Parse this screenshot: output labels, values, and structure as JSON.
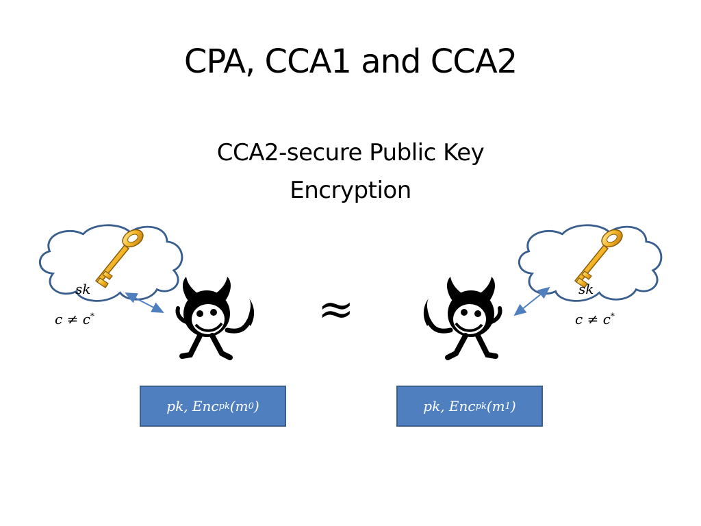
{
  "slide": {
    "title": "CPA, CCA1 and CCA2",
    "subtitle_line1": "CCA2-secure Public Key",
    "subtitle_line2": "Encryption",
    "approx_symbol": "≈"
  },
  "left_oracle": {
    "key_label": "sk",
    "condition_c": "c",
    "condition_op": "≠",
    "condition_cstar": "c",
    "condition_sup": "*"
  },
  "right_oracle": {
    "key_label": "sk",
    "condition_c": "c",
    "condition_op": "≠",
    "condition_cstar": "c",
    "condition_sup": "*"
  },
  "left_box": {
    "prefix": "pk, Enc",
    "subscript": "pk",
    "open": "(m",
    "index": "0",
    "close": ")"
  },
  "right_box": {
    "prefix": "pk, Enc",
    "subscript": "pk",
    "open": "(m",
    "index": "1",
    "close": ")"
  },
  "colors": {
    "cloud_stroke": "#3a5f8f",
    "arrow": "#4f7fbf",
    "box_fill": "#4f7fbf",
    "key_gold": "#e8a317"
  }
}
